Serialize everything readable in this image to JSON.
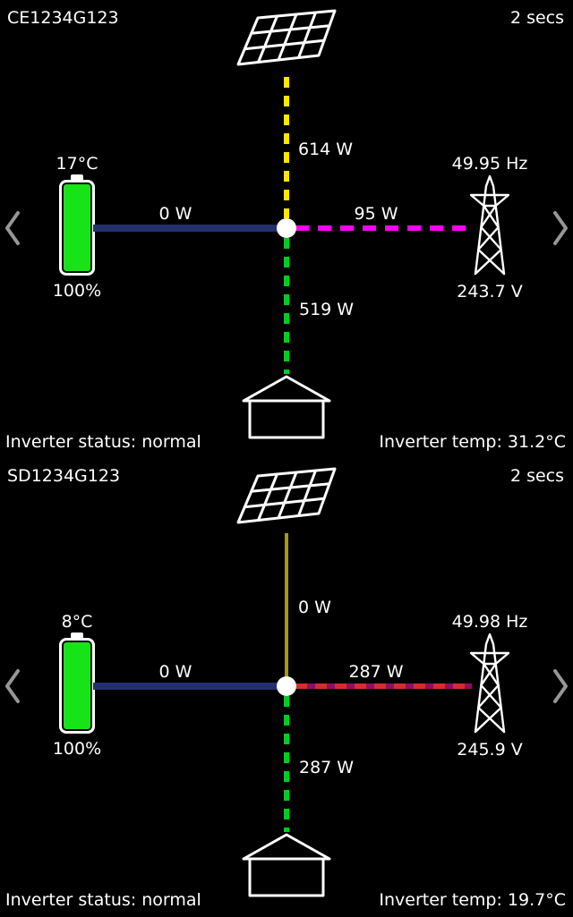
{
  "colors": {
    "bg": "#000000",
    "text": "#ffffff",
    "icon_stroke": "#ffffff",
    "node": "#ffffff",
    "chevron": "#969696",
    "solar_flow": "#ffe500",
    "solar_idle": "#a89a00",
    "battery_line": "#24306d",
    "battery_fill": "#17e417",
    "grid_flow": "#ff00ff",
    "grid_flow_alt": "#d92b2b",
    "grid_idle_base": "#8d0f62",
    "load_flow": "#00cc22"
  },
  "icons": {
    "solar": "solar-panel",
    "battery": "battery",
    "grid": "transmission-tower",
    "load": "house",
    "nav_left": "chevron-left",
    "nav_right": "chevron-right"
  },
  "panels": [
    {
      "serial": "CE1234G123",
      "refresh": "2 secs",
      "solar_power": "614 W",
      "battery_temp": "17°C",
      "battery_soc": "100%",
      "battery_power": "0 W",
      "grid_freq": "49.95 Hz",
      "grid_power": "95 W",
      "grid_voltage": "243.7 V",
      "load_power": "519 W",
      "status": "Inverter status: normal",
      "inverter_temp": "Inverter temp: 31.2°C"
    },
    {
      "serial": "SD1234G123",
      "refresh": "2 secs",
      "solar_power": "0 W",
      "battery_temp": "8°C",
      "battery_soc": "100%",
      "battery_power": "0 W",
      "grid_freq": "49.98 Hz",
      "grid_power": "287 W",
      "grid_voltage": "245.9 V",
      "load_power": "287 W",
      "status": "Inverter status: normal",
      "inverter_temp": "Inverter temp: 19.7°C"
    }
  ]
}
